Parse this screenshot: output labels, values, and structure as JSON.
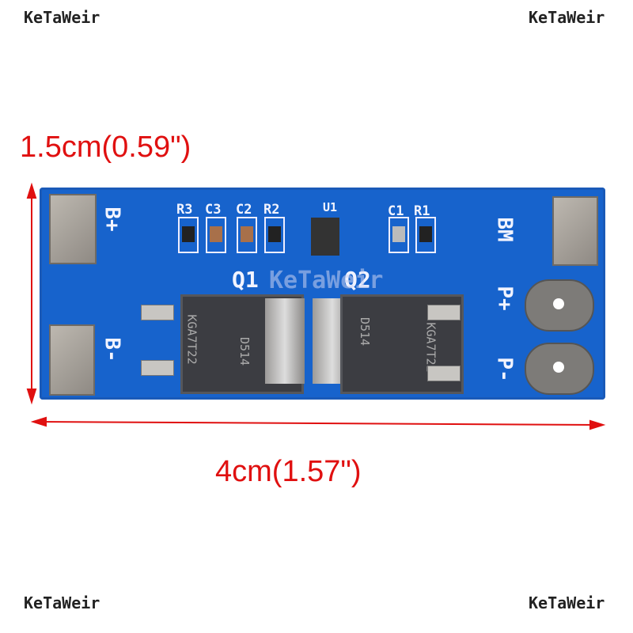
{
  "watermarks": [
    "KeTaWeir",
    "KeTaWeir",
    "KeTaWeir",
    "KeTaWeir"
  ],
  "dimensions": {
    "height_label": "1.5cm(0.59\")",
    "width_label": "4cm(1.57\")",
    "color": "#e01010"
  },
  "board": {
    "color": "#1763cc",
    "pad_labels": {
      "b_plus": "B+",
      "b_minus": "B-",
      "bm": "BM",
      "p_minus": "P-",
      "p_plus": "P+"
    },
    "components": [
      "R3",
      "C3",
      "C2",
      "R2",
      "U1",
      "C1",
      "R1"
    ],
    "mosfets": {
      "q1": "Q1",
      "q2": "Q2",
      "marking": "KGA7T22",
      "date": "D514"
    },
    "watermark": "KeTaWeir"
  }
}
